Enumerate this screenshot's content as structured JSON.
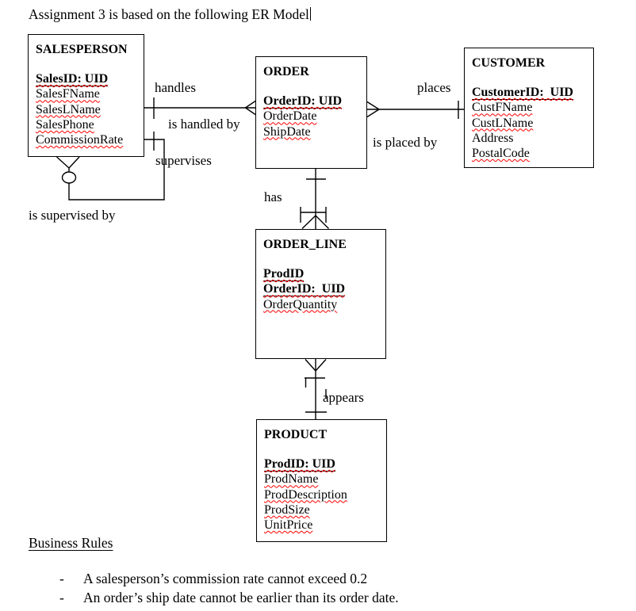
{
  "document": {
    "title": "Assignment 3 is based on the following ER Model"
  },
  "diagram": {
    "entities": {
      "salesperson": {
        "name": "SALESPERSON",
        "attributes": [
          {
            "text": "SalesID: UID"
          },
          {
            "text": "SalesFName"
          },
          {
            "text": "SalesLName"
          },
          {
            "text": "SalesPhone"
          },
          {
            "text": "CommissionRate"
          }
        ]
      },
      "order": {
        "name": "ORDER",
        "attributes": [
          {
            "text": "OrderID: UID"
          },
          {
            "text": "OrderDate"
          },
          {
            "text": "ShipDate"
          }
        ]
      },
      "customer": {
        "name": "CUSTOMER",
        "attributes": [
          {
            "text": "CustomerID:  UID"
          },
          {
            "text": "CustFName"
          },
          {
            "text": "CustLName"
          },
          {
            "text": "Address"
          },
          {
            "text": "PostalCode"
          }
        ]
      },
      "order_line": {
        "name": "ORDER_LINE",
        "attributes": [
          {
            "text": "ProdID"
          },
          {
            "text": "OrderID:  UID"
          },
          {
            "text": "OrderQuantity"
          }
        ]
      },
      "product": {
        "name": "PRODUCT",
        "attributes": [
          {
            "text": "ProdID: UID"
          },
          {
            "text": "ProdName"
          },
          {
            "text": "ProdDescription"
          },
          {
            "text": "ProdSize"
          },
          {
            "text": "UnitPrice"
          }
        ]
      }
    },
    "relationships": {
      "handles": {
        "label": "handles",
        "inverse_label": "is handled by",
        "from": "SALESPERSON",
        "to": "ORDER"
      },
      "supervises": {
        "label": "supervises",
        "inverse_label": "is supervised by",
        "from": "SALESPERSON",
        "to": "SALESPERSON"
      },
      "places": {
        "label": "places",
        "inverse_label": "is placed by",
        "from": "CUSTOMER",
        "to": "ORDER"
      },
      "has": {
        "label": "has",
        "from": "ORDER",
        "to": "ORDER_LINE"
      },
      "appears": {
        "label": "appears",
        "from": "ORDER_LINE",
        "to": "PRODUCT"
      }
    }
  },
  "business_rules": {
    "heading": "Business Rules",
    "bullet": "-",
    "items": [
      "A salesperson’s commission rate cannot exceed 0.2",
      "An order’s ship date cannot be earlier than its order date."
    ]
  },
  "colors": {
    "spellcheck_underline": "#ff0000",
    "line": "#000000",
    "background": "#ffffff"
  }
}
